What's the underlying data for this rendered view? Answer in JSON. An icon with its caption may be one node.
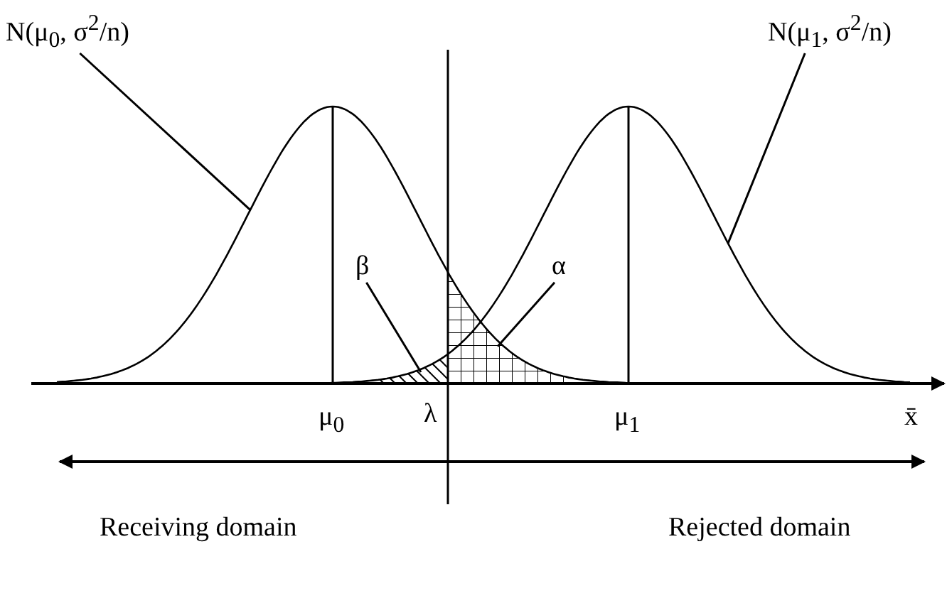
{
  "diagram": {
    "nodes": [
      {
        "text": [
          "N(μ$_{0}$, σ$^{2}$/n)"
        ]
      },
      {
        "text": [],
        "shape": "curve"
      },
      {
        "text": [
          "N(μ$_{1}$, σ$^{2}$/n)"
        ]
      },
      {
        "text": [],
        "shape": "curve"
      },
      {
        "text": [
          "β"
        ]
      },
      {
        "text": [],
        "shape": "area"
      },
      {
        "text": [
          "α"
        ]
      },
      {
        "text": [],
        "shape": "area"
      }
    ],
    "edges": [
      {
        "from": 0,
        "to": 1,
        "arrow": "none"
      },
      {
        "from": 2,
        "to": 3,
        "arrow": "none"
      },
      {
        "from": 4,
        "to": 5,
        "arrow": "none"
      },
      {
        "from": 6,
        "to": 7,
        "arrow": "none"
      }
    ],
    "labels": [
      "μ$_{0}$",
      "λ",
      "μ$_{1}$",
      "x̄",
      "Receiving domain",
      "Rejected domain"
    ]
  }
}
